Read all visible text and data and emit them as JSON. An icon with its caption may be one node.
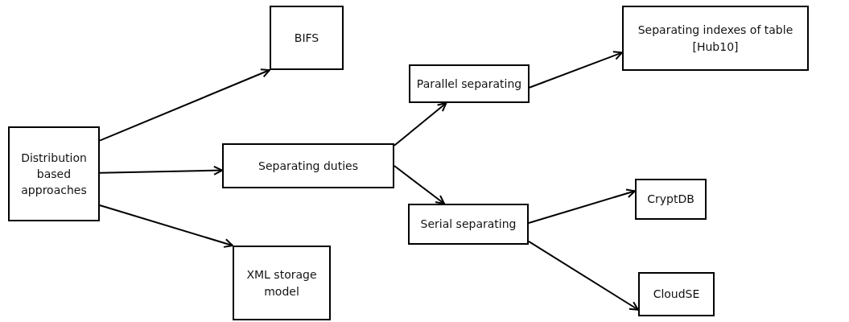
{
  "diagram": {
    "nodes": [
      {
        "text": [
          "Distribution based approaches"
        ]
      },
      {
        "text": [
          "BIFS"
        ]
      },
      {
        "text": [
          "Separating duties"
        ]
      },
      {
        "text": [
          "XML storage model"
        ]
      },
      {
        "text": [
          "Parallel separating"
        ]
      },
      {
        "text": [
          "Separating indexes of table [Hub10]"
        ]
      },
      {
        "text": [
          "Serial separating"
        ]
      },
      {
        "text": [
          "CryptDB"
        ]
      },
      {
        "text": [
          "CloudSE"
        ]
      }
    ],
    "edges": [
      {
        "from": 0,
        "to": 1,
        "arrow": "to"
      },
      {
        "from": 0,
        "to": 2,
        "arrow": "to"
      },
      {
        "from": 0,
        "to": 3,
        "arrow": "to"
      },
      {
        "from": 2,
        "to": 4,
        "arrow": "to"
      },
      {
        "from": 2,
        "to": 6,
        "arrow": "to"
      },
      {
        "from": 4,
        "to": 5,
        "arrow": "to"
      },
      {
        "from": 6,
        "to": 7,
        "arrow": "to"
      },
      {
        "from": 6,
        "to": 8,
        "arrow": "to"
      }
    ]
  }
}
